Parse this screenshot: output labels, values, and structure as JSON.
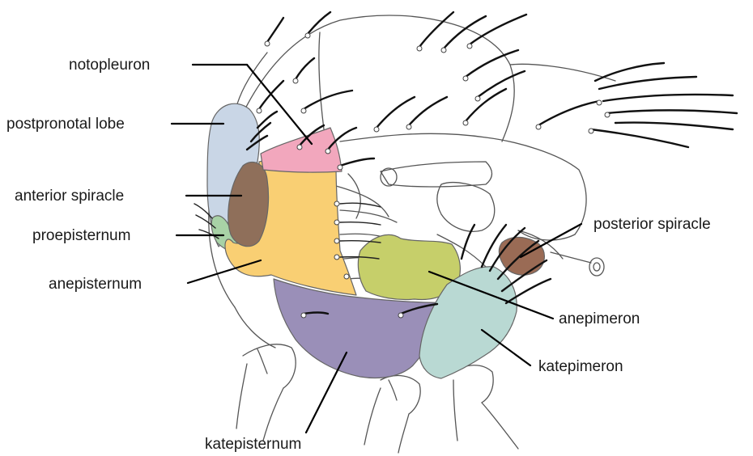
{
  "labels": {
    "notopleuron": "notopleuron",
    "postpronotal_lobe": "postpronotal lobe",
    "anterior_spiracle": "anterior spiracle",
    "proepisternum": "proepisternum",
    "anepisternum": "anepisternum",
    "katepisternum": "katepisternum",
    "posterior_spiracle": "posterior spiracle",
    "anepimeron": "anepimeron",
    "katepimeron": "katepimeron"
  },
  "colors": {
    "postpronotal_lobe": "#c9d6e6",
    "notopleuron": "#f2a7bd",
    "anterior_spiracle": "#8f6f5a",
    "proepisternum": "#a8d2a6",
    "anepisternum": "#f9cf73",
    "katepisternum": "#9a8fb8",
    "anepimeron": "#c6cf6a",
    "katepimeron": "#b9d9d3",
    "posterior_spiracle": "#9a6b55"
  }
}
